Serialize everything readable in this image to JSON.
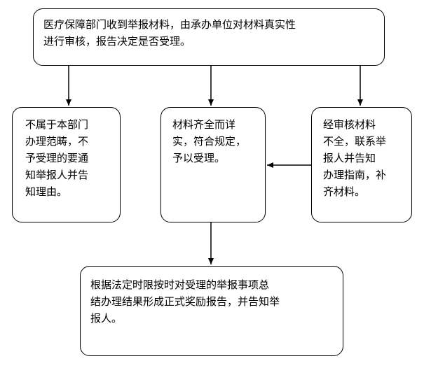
{
  "boxes": {
    "top": {
      "lines": [
        "医疗保障部门收到举报材料，由承办单位对材料真实性",
        "进行审核，报告决定是否受理。"
      ]
    },
    "left": {
      "lines": [
        "不属于本部门",
        "办理范畴，不",
        "予受理的要通",
        "知举报人并告",
        "知理由。"
      ]
    },
    "middle": {
      "lines": [
        "材料齐全而详",
        "实，符合规定，",
        "予以受理。"
      ]
    },
    "right": {
      "lines": [
        "经审核材料",
        "不全，联系举",
        "报人并告知",
        "办理指南，补",
        "齐材料。"
      ]
    },
    "bottom": {
      "lines": [
        "根据法定时限按时对受理的举报事项总",
        "结办理结果形成正式奖励报告，并告知举",
        "报人。"
      ]
    }
  }
}
